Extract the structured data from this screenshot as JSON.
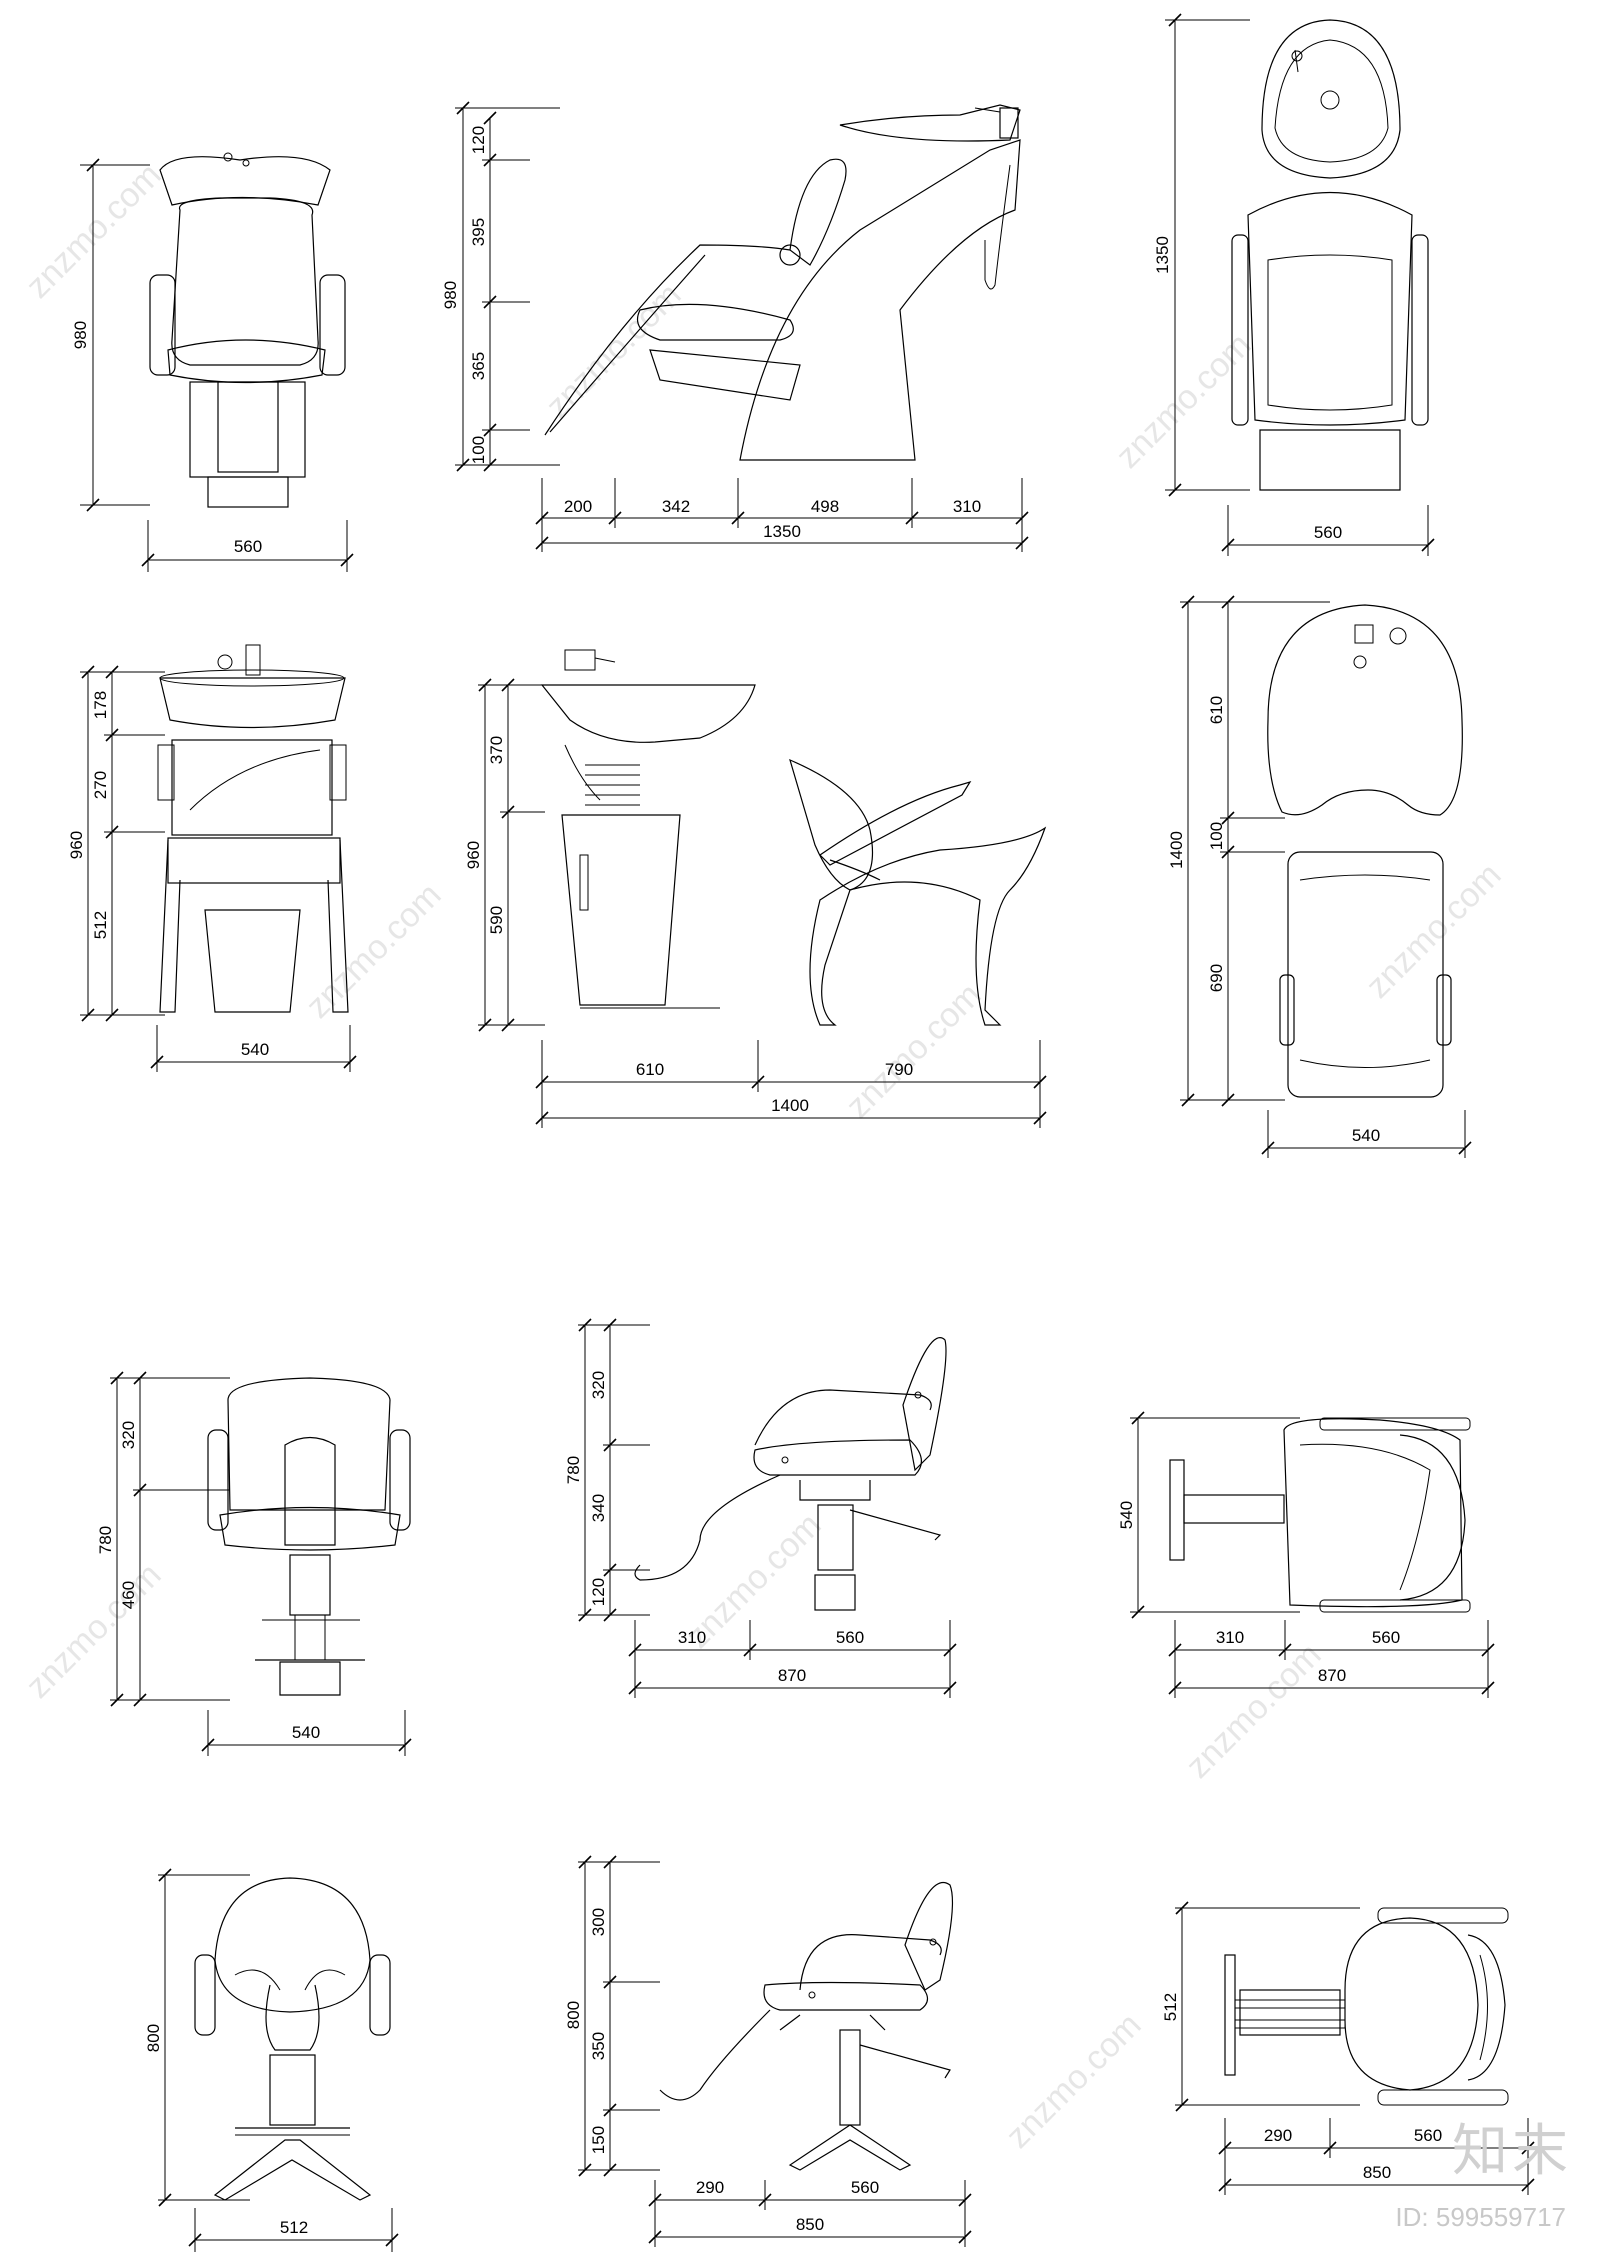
{
  "watermark": {
    "text": "znzmo.com",
    "brand": "知末",
    "id": "ID: 599559717"
  },
  "views": {
    "wash_front": {
      "height": "980",
      "width": "560"
    },
    "wash_side": {
      "segs_v": [
        "120",
        "395",
        "365",
        "100"
      ],
      "total_v": "980",
      "segs_h": [
        "200",
        "342",
        "498",
        "310"
      ],
      "total_h": "1350"
    },
    "wash_top": {
      "height": "1350",
      "width": "560"
    },
    "basin_front": {
      "total_v": "960",
      "segs_v": [
        "178",
        "270",
        "512"
      ],
      "width": "540"
    },
    "basin_side": {
      "total_v": "960",
      "segs_v": [
        "370",
        "590"
      ],
      "segs_h": [
        "610",
        "790"
      ],
      "total_h": "1400"
    },
    "basin_top": {
      "total_v": "1400",
      "segs_v": [
        "610",
        "100",
        "690"
      ],
      "width": "540"
    },
    "chairA_front": {
      "total_v": "780",
      "segs_v": [
        "320",
        "460"
      ],
      "width": "540"
    },
    "chairA_side": {
      "total_v": "780",
      "segs_v": [
        "320",
        "340",
        "120"
      ],
      "segs_h": [
        "310",
        "560"
      ],
      "total_h": "870"
    },
    "chairA_top": {
      "depth": "540",
      "segs_h": [
        "310",
        "560"
      ],
      "total_h": "870"
    },
    "chairB_front": {
      "total_v": "800",
      "width": "512"
    },
    "chairB_side": {
      "total_v": "800",
      "segs_v": [
        "300",
        "350",
        "150"
      ],
      "segs_h": [
        "290",
        "560"
      ],
      "total_h": "850"
    },
    "chairB_top": {
      "depth": "512",
      "segs_h": [
        "290",
        "560"
      ],
      "total_h": "850"
    }
  }
}
